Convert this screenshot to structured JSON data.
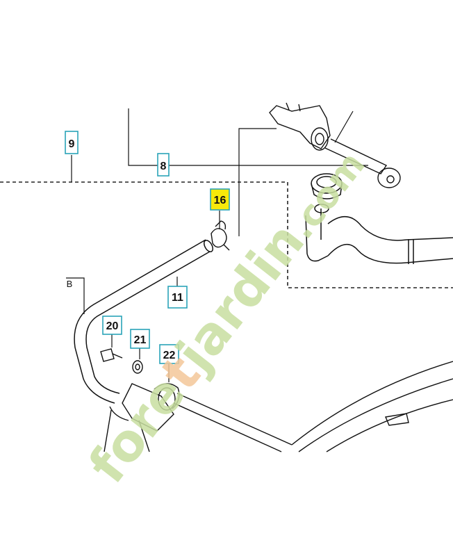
{
  "watermark": {
    "text_green": "fore",
    "text_orange": "t",
    "text_green2": "jardin",
    "suffix": ".com",
    "color_green": "#c8dfa0",
    "color_orange": "#f4c79a"
  },
  "callouts": [
    {
      "id": "9",
      "label": "9",
      "highlight": false
    },
    {
      "id": "8",
      "label": "8",
      "highlight": false
    },
    {
      "id": "16",
      "label": "16",
      "highlight": true
    },
    {
      "id": "11",
      "label": "11",
      "highlight": false
    },
    {
      "id": "20",
      "label": "20",
      "highlight": false
    },
    {
      "id": "21",
      "label": "21",
      "highlight": false
    },
    {
      "id": "22",
      "label": "22",
      "highlight": false
    }
  ],
  "refs": {
    "b": "B"
  },
  "colors": {
    "box_border": "#2aa3b8",
    "highlight_fill": "#f7e90a",
    "line": "#111111"
  }
}
